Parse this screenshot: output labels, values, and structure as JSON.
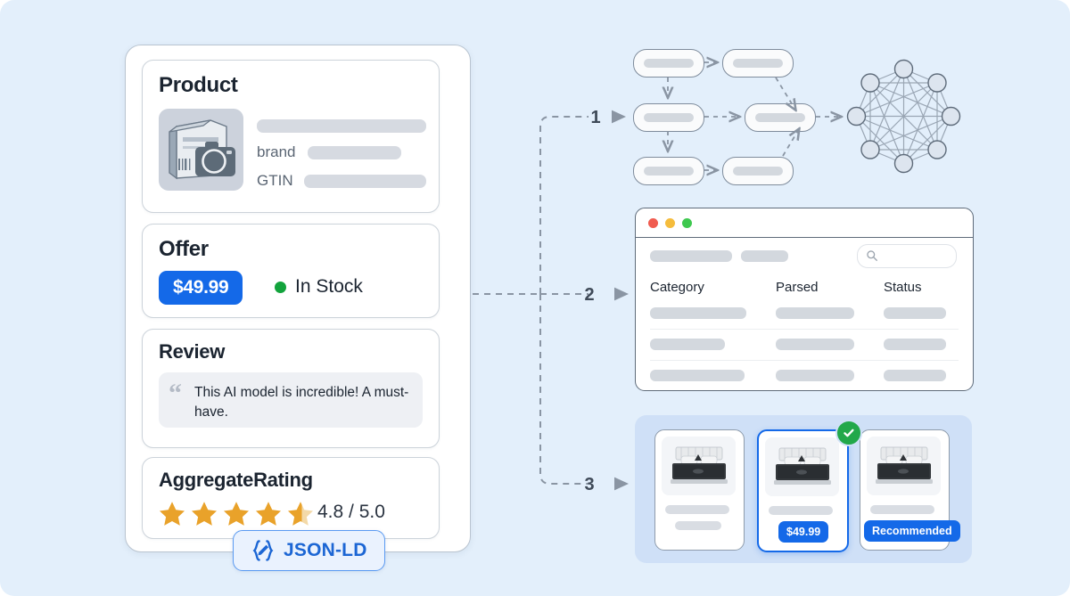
{
  "background": {
    "page": "#ffffff",
    "stage": "#e3effb"
  },
  "colors": {
    "accent_blue": "#1469e8",
    "star_orange": "#e9a22a",
    "green": "#12a33c",
    "check_green": "#22a84a"
  },
  "schema_panel": {
    "cards": [
      {
        "title": "Product",
        "fields": [
          {
            "label": "brand"
          },
          {
            "label": "GTIN"
          }
        ]
      },
      {
        "title": "Offer",
        "price": "$49.99",
        "availability": "In Stock"
      },
      {
        "title": "Review",
        "quote_mark": "“",
        "quote": "This AI model is incredible! A must-have."
      },
      {
        "title": "AggregateRating",
        "rating_text": "4.8 / 5.0",
        "rating_value": 4.8,
        "rating_best": 5.0,
        "stars_filled": 4,
        "stars_half": 1
      }
    ],
    "badge": {
      "label": "JSON-LD",
      "icon": "code-braces-pencil-icon"
    }
  },
  "connectors": {
    "steps": [
      "1",
      "2",
      "3"
    ]
  },
  "flow_diagram": {
    "node_count": 6,
    "graph": {
      "nodes": 8,
      "name": "knowledge-graph"
    }
  },
  "browser": {
    "traffic_lights": [
      "#f05b4f",
      "#f5bc3c",
      "#3ec84f"
    ],
    "search_placeholder": "",
    "search_icon": "magnifier-icon",
    "columns": [
      "Category",
      "Parsed",
      "Status"
    ],
    "rows": [
      {
        "category_w": 108,
        "parsed_w": 88,
        "status_w": 70
      },
      {
        "category_w": 84,
        "parsed_w": 88,
        "status_w": 70
      },
      {
        "category_w": 106,
        "parsed_w": 88,
        "status_w": 70
      }
    ]
  },
  "product_cards": {
    "items": [
      {
        "name": "product-card-1",
        "selected": false,
        "tag": null,
        "bar1_w": 72,
        "bar2_w": 52
      },
      {
        "name": "product-card-2",
        "selected": true,
        "tag": "$49.99",
        "bar1_w": 72,
        "bar2_w": 0
      },
      {
        "name": "product-card-3",
        "selected": false,
        "tag": "Recommended",
        "bar1_w": 72,
        "bar2_w": 0
      }
    ],
    "check_icon": "check-circle-icon"
  }
}
